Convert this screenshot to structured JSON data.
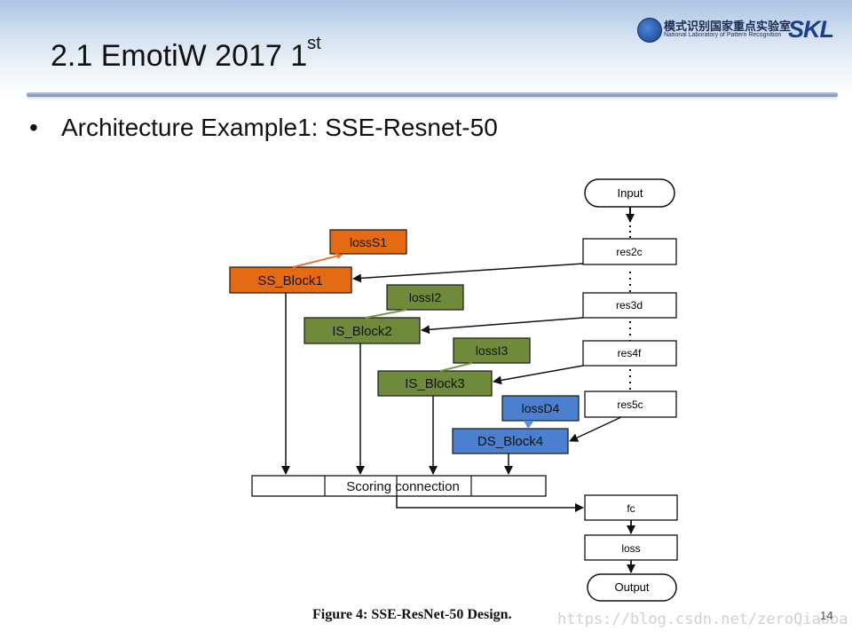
{
  "slide": {
    "title_main": "2.1 EmotiW 2017 1",
    "title_sup": "st",
    "bullet": "Architecture Example1: SSE-Resnet-50",
    "page_number": "14"
  },
  "logo": {
    "cn_text": "模式识别国家重点实验室",
    "en_text": "National Laboratory of Pattern Recognition",
    "abbr": "SKL"
  },
  "figure": {
    "caption": "Figure 4: SSE-ResNet-50 Design.",
    "watermark": "https://blog.csdn.net/zeroQiaoba"
  },
  "colors": {
    "ss": "#e46a14",
    "is": "#6e8a3a",
    "ds": "#4a80cf",
    "line": "#111111"
  },
  "diagram": {
    "backbone": [
      "Input",
      "res2c",
      "res3d",
      "res4f",
      "res5c"
    ],
    "head": [
      "fc",
      "loss",
      "Output"
    ],
    "blocks": [
      "SS_Block1",
      "IS_Block2",
      "IS_Block3",
      "DS_Block4"
    ],
    "losses": [
      "lossS1",
      "lossI2",
      "lossI3",
      "lossD4"
    ],
    "scoring": "Scoring connection"
  }
}
